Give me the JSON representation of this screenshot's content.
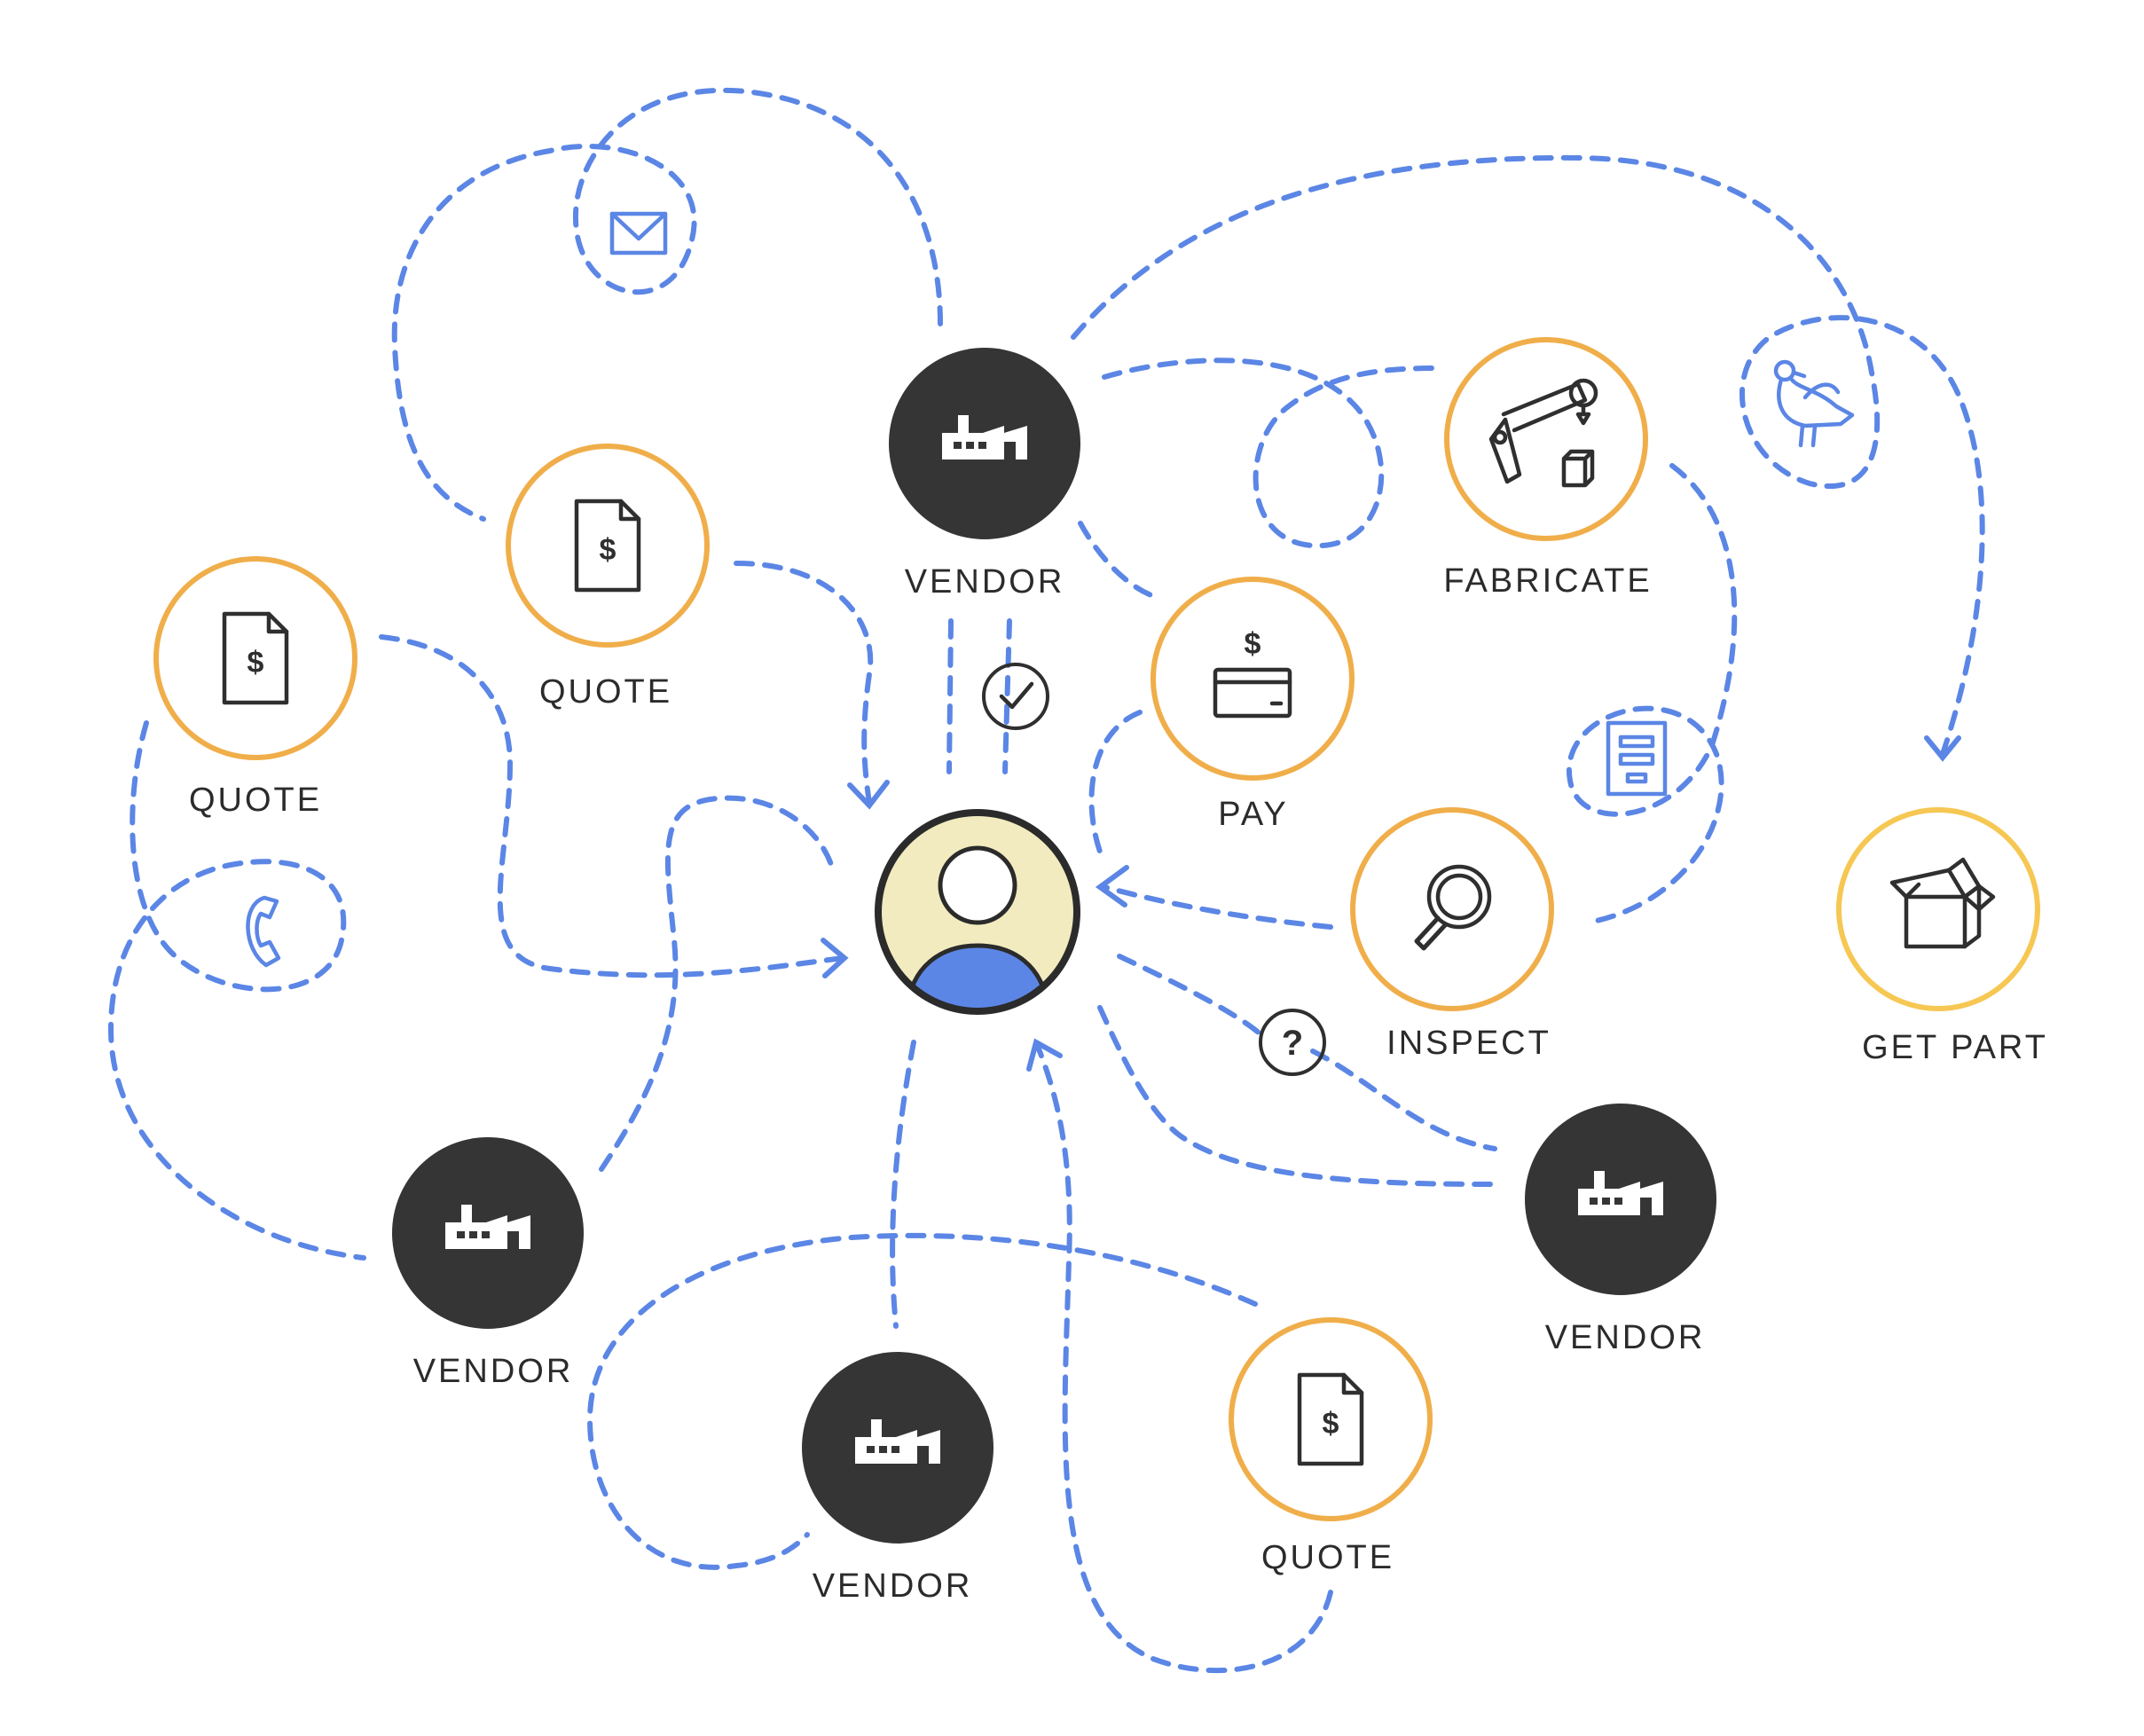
{
  "colors": {
    "connector": "#5b86e5",
    "ring_orange": "#f0ae4a",
    "ring_yellow": "#f6c752",
    "vendor_fill": "#353535",
    "user_bg": "#f2ebbf",
    "user_body": "#5b86e5",
    "text": "#2b2b2b"
  },
  "nodes": {
    "vendor_top": "VENDOR",
    "quote_center_left": "QUOTE",
    "quote_left": "QUOTE",
    "pay": "PAY",
    "fabricate": "FABRICATE",
    "inspect": "INSPECT",
    "get_part": "GET PART",
    "vendor_right": "VENDOR",
    "vendor_bottom_left": "VENDOR",
    "vendor_bottom": "VENDOR",
    "quote_bottom": "QUOTE"
  },
  "icons": {
    "center": "user-avatar-icon",
    "vendor": "factory-icon",
    "quote": "invoice-document-icon",
    "pay": "credit-card-icon",
    "fabricate": "robotic-arm-icon",
    "inspect": "magnifier-icon",
    "get_part": "open-box-icon",
    "email": "envelope-icon",
    "phone": "phone-handset-icon",
    "pigeon": "carrier-pigeon-icon",
    "form": "form-document-icon",
    "approved": "checkmark-icon",
    "question": "question-mark-icon"
  }
}
